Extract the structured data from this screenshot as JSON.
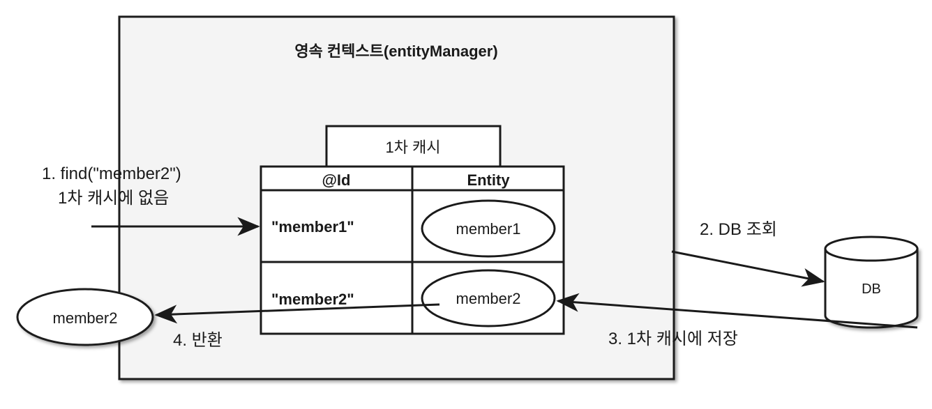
{
  "diagram": {
    "title": "영속 컨텍스트(entityManager)",
    "persistence_context": {
      "label": "영속 컨텍스트(entityManager)"
    },
    "cache": {
      "tab_label": "1차 캐시",
      "columns": [
        "@Id",
        "Entity"
      ],
      "rows": [
        {
          "id": "\"member1\"",
          "entity": "member1"
        },
        {
          "id": "\"member2\"",
          "entity": "member2"
        }
      ]
    },
    "database": {
      "label": "DB"
    },
    "returned_entity": {
      "label": "member2"
    },
    "steps": [
      {
        "number": "1",
        "line1": "1. find(\"member2\")",
        "line2": "1차 캐시에 없음"
      },
      {
        "number": "2",
        "line1": "2. DB 조회"
      },
      {
        "number": "3",
        "line1": "3. 1차 캐시에 저장"
      },
      {
        "number": "4",
        "line1": "4. 반환"
      }
    ],
    "colors": {
      "context_fill": "#f4f4f4",
      "shape_fill": "#ffffff",
      "stroke": "#1a1a1a",
      "background": "#ffffff"
    }
  }
}
